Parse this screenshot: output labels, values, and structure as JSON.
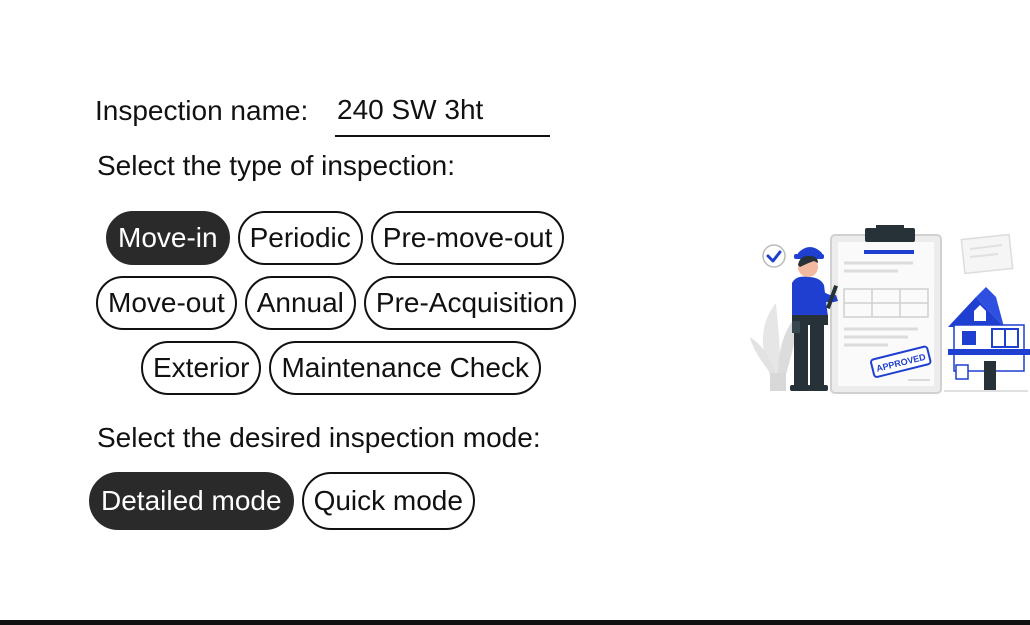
{
  "form": {
    "name_label": "Inspection name:",
    "name_value": "240 SW 3ht",
    "type_heading": "Select the type of inspection:",
    "mode_heading": "Select the desired inspection mode:"
  },
  "inspection_types": {
    "row1": [
      "Move-in",
      "Periodic",
      "Pre-move-out"
    ],
    "row2": [
      "Move-out",
      "Annual",
      "Pre-Acquisition"
    ],
    "row3": [
      "Exterior",
      "Maintenance Check"
    ],
    "selected": "Move-in"
  },
  "modes": {
    "options": [
      "Detailed mode",
      "Quick mode"
    ],
    "selected": "Detailed mode"
  },
  "illustration": {
    "stamp_text": "APPROVED",
    "accent_color": "#1f3fd1",
    "dark_color": "#263238"
  }
}
